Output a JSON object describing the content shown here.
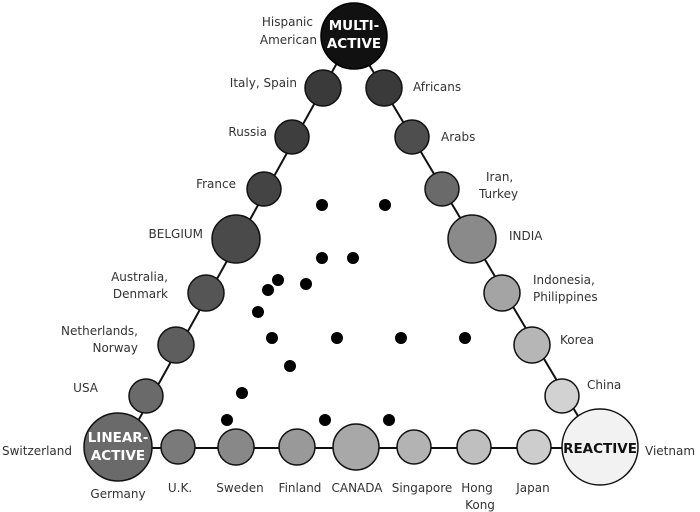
{
  "colors": {
    "edge": "#111111",
    "multi_fill": "#111111",
    "linear_fill": "#6a6a6a",
    "reactive_fill": "#f2f2f2",
    "dot": "#000000"
  },
  "vertices": {
    "multi": {
      "lines": [
        "MULTI-",
        "ACTIVE"
      ],
      "countries": [
        "Hispanic",
        "American"
      ]
    },
    "linear": {
      "lines": [
        "LINEAR-",
        "ACTIVE"
      ],
      "countries_left": [
        "Switzerland"
      ],
      "countries_below": [
        "Germany"
      ]
    },
    "reactive": {
      "lines": [
        "REACTIVE"
      ],
      "countries": [
        "Vietnam"
      ]
    }
  },
  "left_side": [
    {
      "label": [
        "Italy, Spain"
      ]
    },
    {
      "label": [
        "Russia"
      ]
    },
    {
      "label": [
        "France"
      ]
    },
    {
      "label": [
        "BELGIUM"
      ]
    },
    {
      "label": [
        "Australia,",
        "Denmark"
      ]
    },
    {
      "label": [
        "Netherlands,",
        "Norway"
      ]
    },
    {
      "label": [
        "USA"
      ]
    }
  ],
  "right_side": [
    {
      "label": [
        "Africans"
      ]
    },
    {
      "label": [
        "Arabs"
      ]
    },
    {
      "label": [
        "Iran,",
        "Turkey"
      ]
    },
    {
      "label": [
        "INDIA"
      ]
    },
    {
      "label": [
        "Indonesia,",
        "Philippines"
      ]
    },
    {
      "label": [
        "Korea"
      ]
    },
    {
      "label": [
        "China"
      ]
    }
  ],
  "bottom_side": [
    {
      "label": [
        "U.K."
      ]
    },
    {
      "label": [
        "Sweden"
      ]
    },
    {
      "label": [
        "Finland"
      ]
    },
    {
      "label": [
        "CANADA"
      ]
    },
    {
      "label": [
        "Singapore"
      ]
    },
    {
      "label": [
        "Hong",
        "Kong"
      ]
    },
    {
      "label": [
        "Japan"
      ]
    }
  ]
}
